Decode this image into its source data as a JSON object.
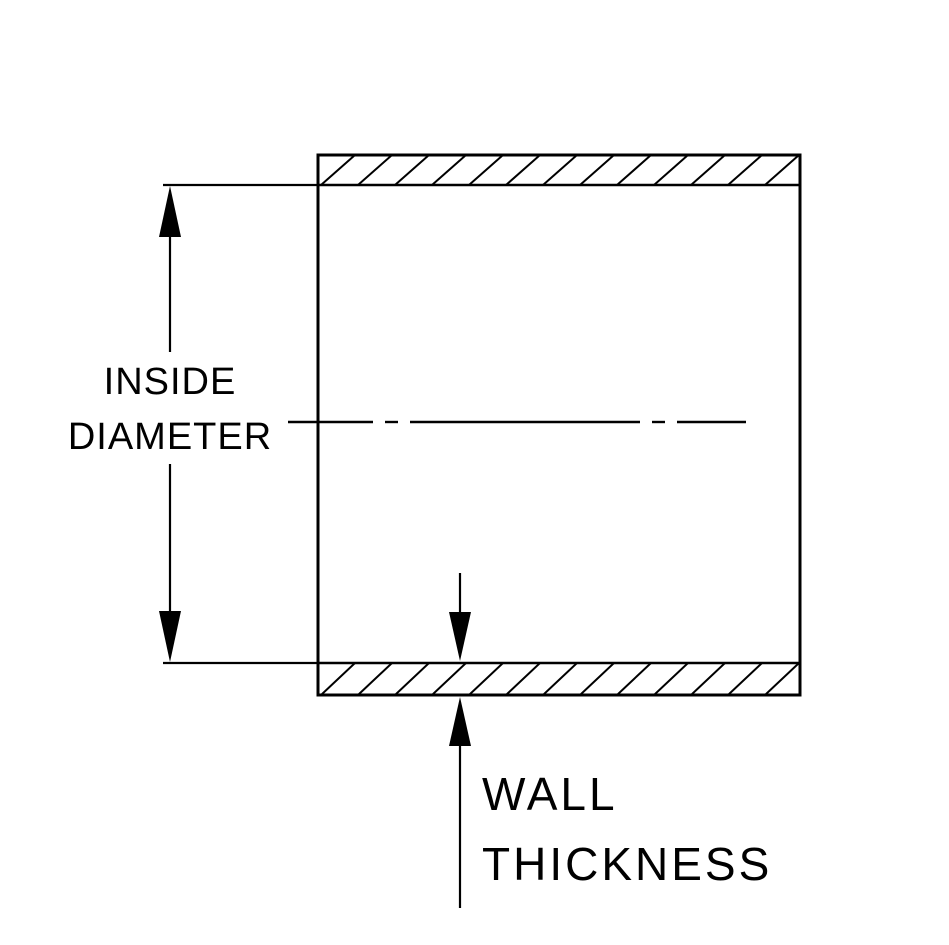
{
  "diagram": {
    "labels": {
      "inside_diameter": {
        "line1": "INSIDE",
        "line2": "DIAMETER"
      },
      "wall_thickness": {
        "line1": "WALL",
        "line2": "THICKNESS"
      }
    },
    "colors": {
      "line": "#000000",
      "background": "#ffffff"
    }
  }
}
